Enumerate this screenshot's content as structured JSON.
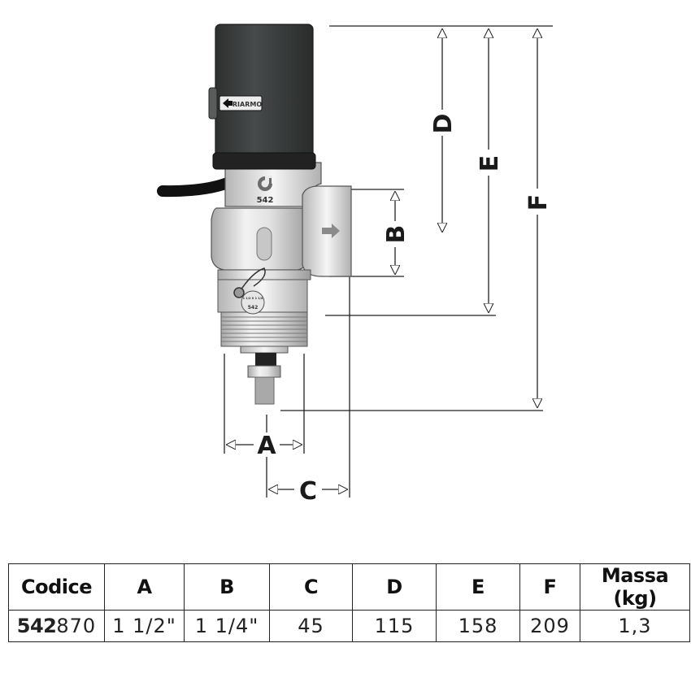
{
  "diagram": {
    "valve_label": "542",
    "button_label": "RIARMO",
    "tag_label": "542",
    "tag_small_text": "1 1/2 X 1 1/4",
    "dimensions": {
      "A": "A",
      "B": "B",
      "C": "C",
      "D": "D",
      "E": "E",
      "F": "F"
    }
  },
  "table": {
    "headers": [
      "Codice",
      "A",
      "B",
      "C",
      "D",
      "E",
      "F",
      "Massa (kg)"
    ],
    "row": {
      "code_prefix": "542",
      "code_suffix": "870",
      "A": "1 1/2\"",
      "B": "1 1/4\"",
      "C": "45",
      "D": "115",
      "E": "158",
      "F": "209",
      "mass": "1,3"
    }
  }
}
